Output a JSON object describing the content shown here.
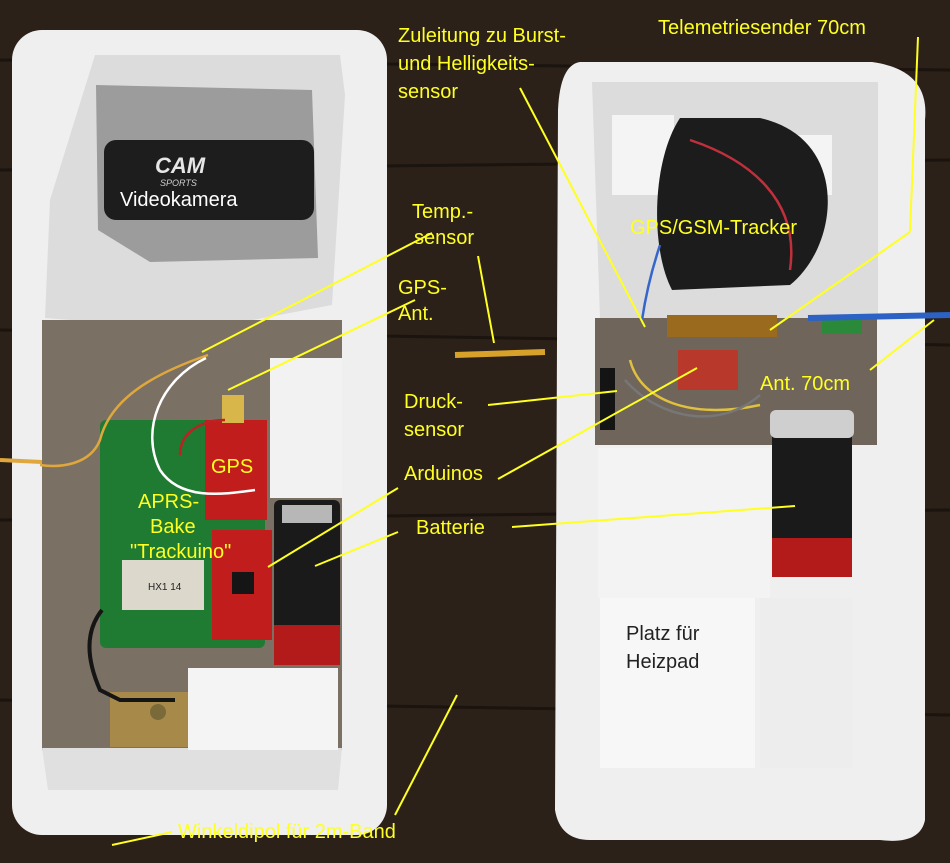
{
  "labels": {
    "videokamera": "Videokamera",
    "cam_logo": "CAM",
    "cam_logo_sub": "SPORTS",
    "temp_sensor_1": "Temp.-",
    "temp_sensor_2": "sensor",
    "gps_ant_1": "GPS-",
    "gps_ant_2": "Ant.",
    "gps": "GPS",
    "aprs_1": "APRS-",
    "aprs_2": "Bake",
    "aprs_3": "\"Trackuino\"",
    "radio_module": "HX1 14",
    "zuleitung_1": "Zuleitung zu Burst-",
    "zuleitung_2": "und Helligkeits-",
    "zuleitung_3": "sensor",
    "telemetrie": "Telemetriesender 70cm",
    "gps_gsm": "GPS/GSM-Tracker",
    "druck_1": "Druck-",
    "druck_2": "sensor",
    "arduinos": "Arduinos",
    "batterie": "Batterie",
    "ant70": "Ant. 70cm",
    "platz_1": "Platz für",
    "platz_2": "Heizpad",
    "winkeldipol": "Winkeldipol für 2m-Band"
  },
  "colors": {
    "label": "#ffff22",
    "label_dark": "#222222",
    "background_wood": "#2b2119",
    "styrofoam": "#eeeeee",
    "pcb_red": "#c21d1d",
    "pcb_green": "#1f7a32",
    "battery_top": "#cfcfcf",
    "antenna_blue": "#2b62c4"
  }
}
